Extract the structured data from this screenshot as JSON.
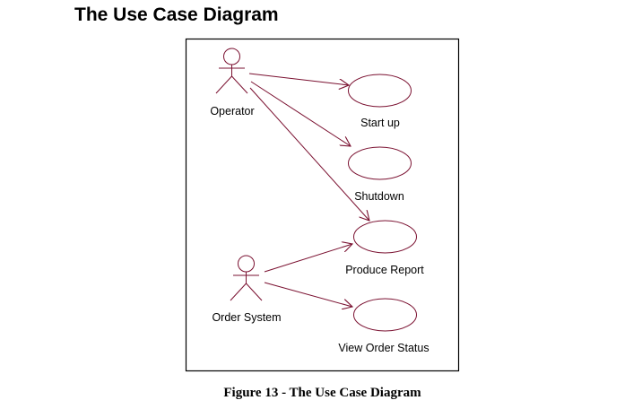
{
  "page": {
    "heading": "The Use Case Diagram",
    "caption": "Figure 13 - The Use Case Diagram"
  },
  "diagram": {
    "type": "UML use case diagram",
    "line_color": "#7a1030",
    "border_color": "#000000",
    "actors": [
      {
        "id": "operator",
        "label": "Operator",
        "icon": "stick-figure-actor-icon"
      },
      {
        "id": "order-system",
        "label": "Order System",
        "icon": "stick-figure-actor-icon"
      }
    ],
    "use_cases": [
      {
        "id": "start-up",
        "label": "Start up"
      },
      {
        "id": "shutdown",
        "label": "Shutdown"
      },
      {
        "id": "produce-report",
        "label": "Produce Report"
      },
      {
        "id": "view-order-status",
        "label": "View Order Status"
      }
    ],
    "associations": [
      {
        "from": "operator",
        "to": "start-up"
      },
      {
        "from": "operator",
        "to": "shutdown"
      },
      {
        "from": "operator",
        "to": "produce-report"
      },
      {
        "from": "order-system",
        "to": "produce-report"
      },
      {
        "from": "order-system",
        "to": "view-order-status"
      }
    ]
  }
}
